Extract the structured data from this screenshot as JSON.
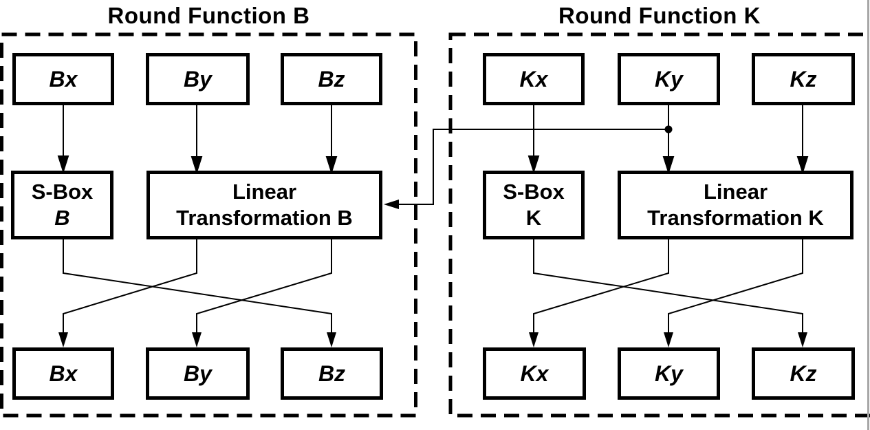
{
  "diagram": {
    "b": {
      "title": "Round Function B",
      "inputs": [
        "Bx",
        "By",
        "Bz"
      ],
      "sbox_line1": "S-Box",
      "sbox_line2": "B",
      "linear_line1": "Linear",
      "linear_line2": "Transformation B",
      "outputs": [
        "Bx",
        "By",
        "Bz"
      ]
    },
    "k": {
      "title": "Round Function K",
      "inputs": [
        "Kx",
        "Ky",
        "Kz"
      ],
      "sbox_line1": "S-Box",
      "sbox_line2": "K",
      "linear_line1": "Linear",
      "linear_line2": "Transformation K",
      "outputs": [
        "Kx",
        "Ky",
        "Kz"
      ]
    },
    "colors": {
      "line": "#000000",
      "background": "#ffffff",
      "edge_line": "#a6a6a6"
    }
  }
}
